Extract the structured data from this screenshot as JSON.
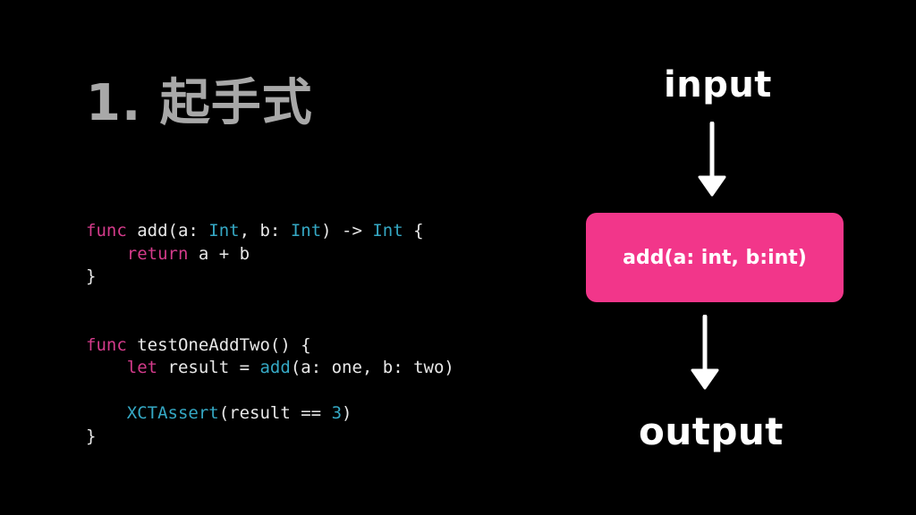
{
  "slide": {
    "title": "1. 起手式"
  },
  "code": {
    "lines": [
      [
        {
          "t": "func",
          "c": "kw"
        },
        {
          "t": " add(a: "
        },
        {
          "t": "Int",
          "c": "ty"
        },
        {
          "t": ", b: "
        },
        {
          "t": "Int",
          "c": "ty"
        },
        {
          "t": ") -> "
        },
        {
          "t": "Int",
          "c": "ty"
        },
        {
          "t": " {"
        }
      ],
      [
        {
          "t": "    "
        },
        {
          "t": "return",
          "c": "kw"
        },
        {
          "t": " a + b"
        }
      ],
      [
        {
          "t": "}"
        }
      ],
      [],
      [],
      [
        {
          "t": "func",
          "c": "kw"
        },
        {
          "t": " testOneAddTwo() {"
        }
      ],
      [
        {
          "t": "    "
        },
        {
          "t": "let",
          "c": "kw"
        },
        {
          "t": " result = "
        },
        {
          "t": "add",
          "c": "fn"
        },
        {
          "t": "(a: one, b: two)"
        }
      ],
      [],
      [
        {
          "t": "    "
        },
        {
          "t": "XCTAssert",
          "c": "fn"
        },
        {
          "t": "(result == "
        },
        {
          "t": "3",
          "c": "num"
        },
        {
          "t": ")"
        }
      ],
      [
        {
          "t": "}"
        }
      ]
    ]
  },
  "diagram": {
    "input_label": "input",
    "function_label": "add(a: int, b:int)",
    "output_label": "output",
    "box_color": "#f2368a",
    "arrow_color": "#ffffff"
  },
  "colors": {
    "background": "#000000",
    "title": "#a8a8a8",
    "keyword": "#d43b8b",
    "type": "#35a8c4",
    "code_text": "#e8e8e8"
  }
}
